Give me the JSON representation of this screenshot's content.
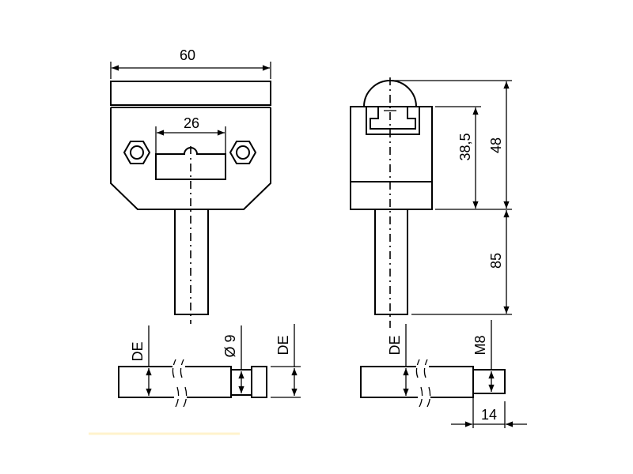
{
  "front_view": {
    "width_label": "60",
    "slot_width_label": "26"
  },
  "side_view": {
    "height_label": "48",
    "body_height_label": "38,5",
    "stem_length_label": "85"
  },
  "detail_left": {
    "cable_label": "DE",
    "diameter_label": "Ø 9",
    "nut_label": "DE"
  },
  "detail_right": {
    "cable_label": "DE",
    "thread_label": "M8",
    "length_label": "14"
  },
  "colors": {
    "line": "#000000",
    "highlight": "#fff3cc"
  }
}
